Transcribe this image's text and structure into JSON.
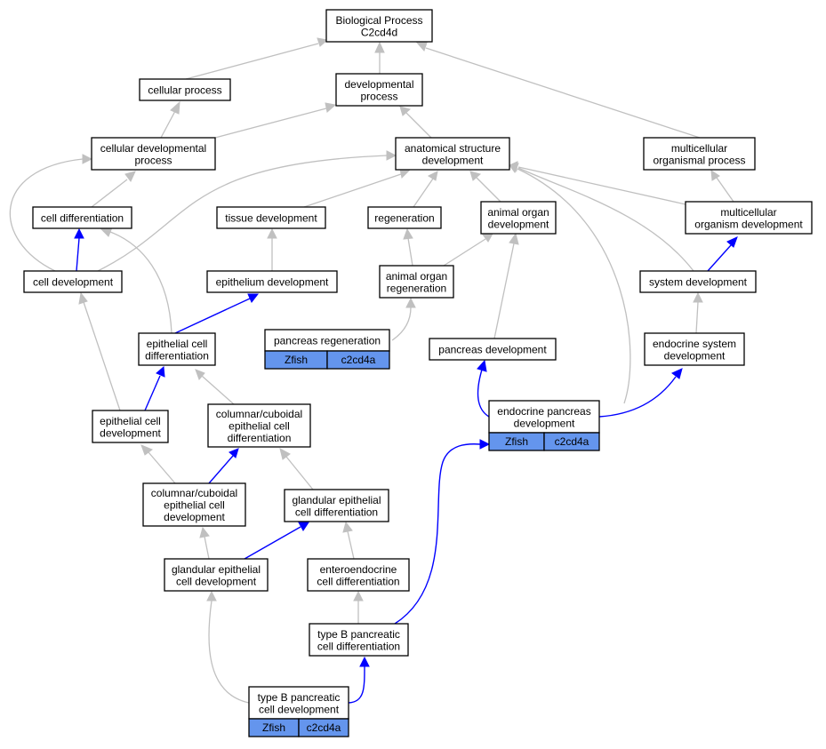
{
  "colors": {
    "is_a_edge": "#c0c0c0",
    "part_of_edge": "#0000ff",
    "annotation_fill": "#6495ed"
  },
  "nodes": {
    "root": [
      "Biological Process",
      "C2cd4d"
    ],
    "cellular_process": [
      "cellular process"
    ],
    "developmental_process": [
      "developmental",
      "process"
    ],
    "cellular_developmental_process": [
      "cellular developmental",
      "process"
    ],
    "anatomical_structure_development": [
      "anatomical structure",
      "development"
    ],
    "multicellular_organismal_process": [
      "multicellular",
      "organismal process"
    ],
    "cell_differentiation": [
      "cell differentiation"
    ],
    "tissue_development": [
      "tissue development"
    ],
    "regeneration": [
      "regeneration"
    ],
    "animal_organ_development": [
      "animal organ",
      "development"
    ],
    "multicellular_organism_development": [
      "multicellular",
      "organism development"
    ],
    "cell_development": [
      "cell development"
    ],
    "epithelium_development": [
      "epithelium development"
    ],
    "animal_organ_regeneration": [
      "animal organ",
      "regeneration"
    ],
    "system_development": [
      "system development"
    ],
    "epithelial_cell_differentiation": [
      "epithelial cell",
      "differentiation"
    ],
    "pancreas_regeneration": [
      "pancreas regeneration"
    ],
    "pancreas_development": [
      "pancreas development"
    ],
    "endocrine_system_development": [
      "endocrine system",
      "development"
    ],
    "epithelial_cell_development": [
      "epithelial cell",
      "development"
    ],
    "columnar_cuboidal_differentiation": [
      "columnar/cuboidal",
      "epithelial cell",
      "differentiation"
    ],
    "endocrine_pancreas_development": [
      "endocrine pancreas",
      "development"
    ],
    "columnar_cuboidal_development": [
      "columnar/cuboidal",
      "epithelial cell",
      "development"
    ],
    "glandular_epithelial_differentiation": [
      "glandular epithelial",
      "cell differentiation"
    ],
    "glandular_epithelial_development": [
      "glandular epithelial",
      "cell development"
    ],
    "enteroendocrine_differentiation": [
      "enteroendocrine",
      "cell differentiation"
    ],
    "type_b_pancreatic_differentiation": [
      "type B pancreatic",
      "cell differentiation"
    ],
    "type_b_pancreatic_development": [
      "type B pancreatic",
      "cell development"
    ]
  },
  "annotations": {
    "pancreas_regeneration": [
      "Zfish",
      "c2cd4a"
    ],
    "endocrine_pancreas_development": [
      "Zfish",
      "c2cd4a"
    ],
    "type_b_pancreatic_development": [
      "Zfish",
      "c2cd4a"
    ]
  }
}
